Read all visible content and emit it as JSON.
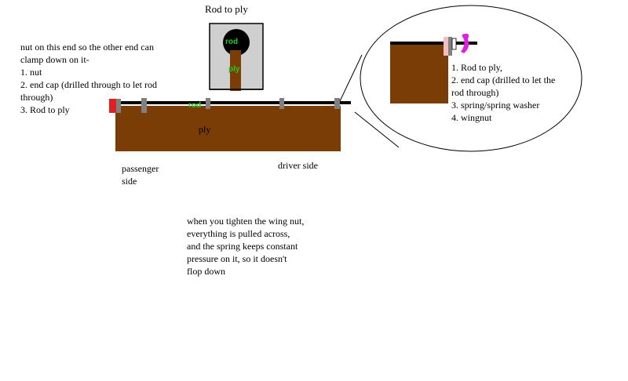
{
  "labels": {
    "top_title": "Rod to ply",
    "left_note": "nut on this end so the other end can\nclamp down on it-\n1. nut\n2. end cap (drilled through to let rod\nthrough)\n3. Rod to ply",
    "passenger": "passenger\nside",
    "driver": "driver side",
    "bottom_note": "when you tighten the wing nut,\neverything is pulled across,\nand the spring keeps constant\npressure on it, so it doesn't\nflop down",
    "zoom_list": "1. Rod to ply,\n2. end cap (drilled to let the\nrod through)\n3. spring/spring washer\n4. wingnut",
    "rod_tag": "rod",
    "ply_tag_board": "ply",
    "rod_tag_top": "rod",
    "ply_tag_top": "ply"
  },
  "colors": {
    "ply": "#7a3d05",
    "rod": "#000000",
    "clamp": "#808080",
    "nut": "#e02020",
    "spring": "#e020e0",
    "label_green": "#22cc22",
    "bracket_fill": "#cfcfcf"
  }
}
